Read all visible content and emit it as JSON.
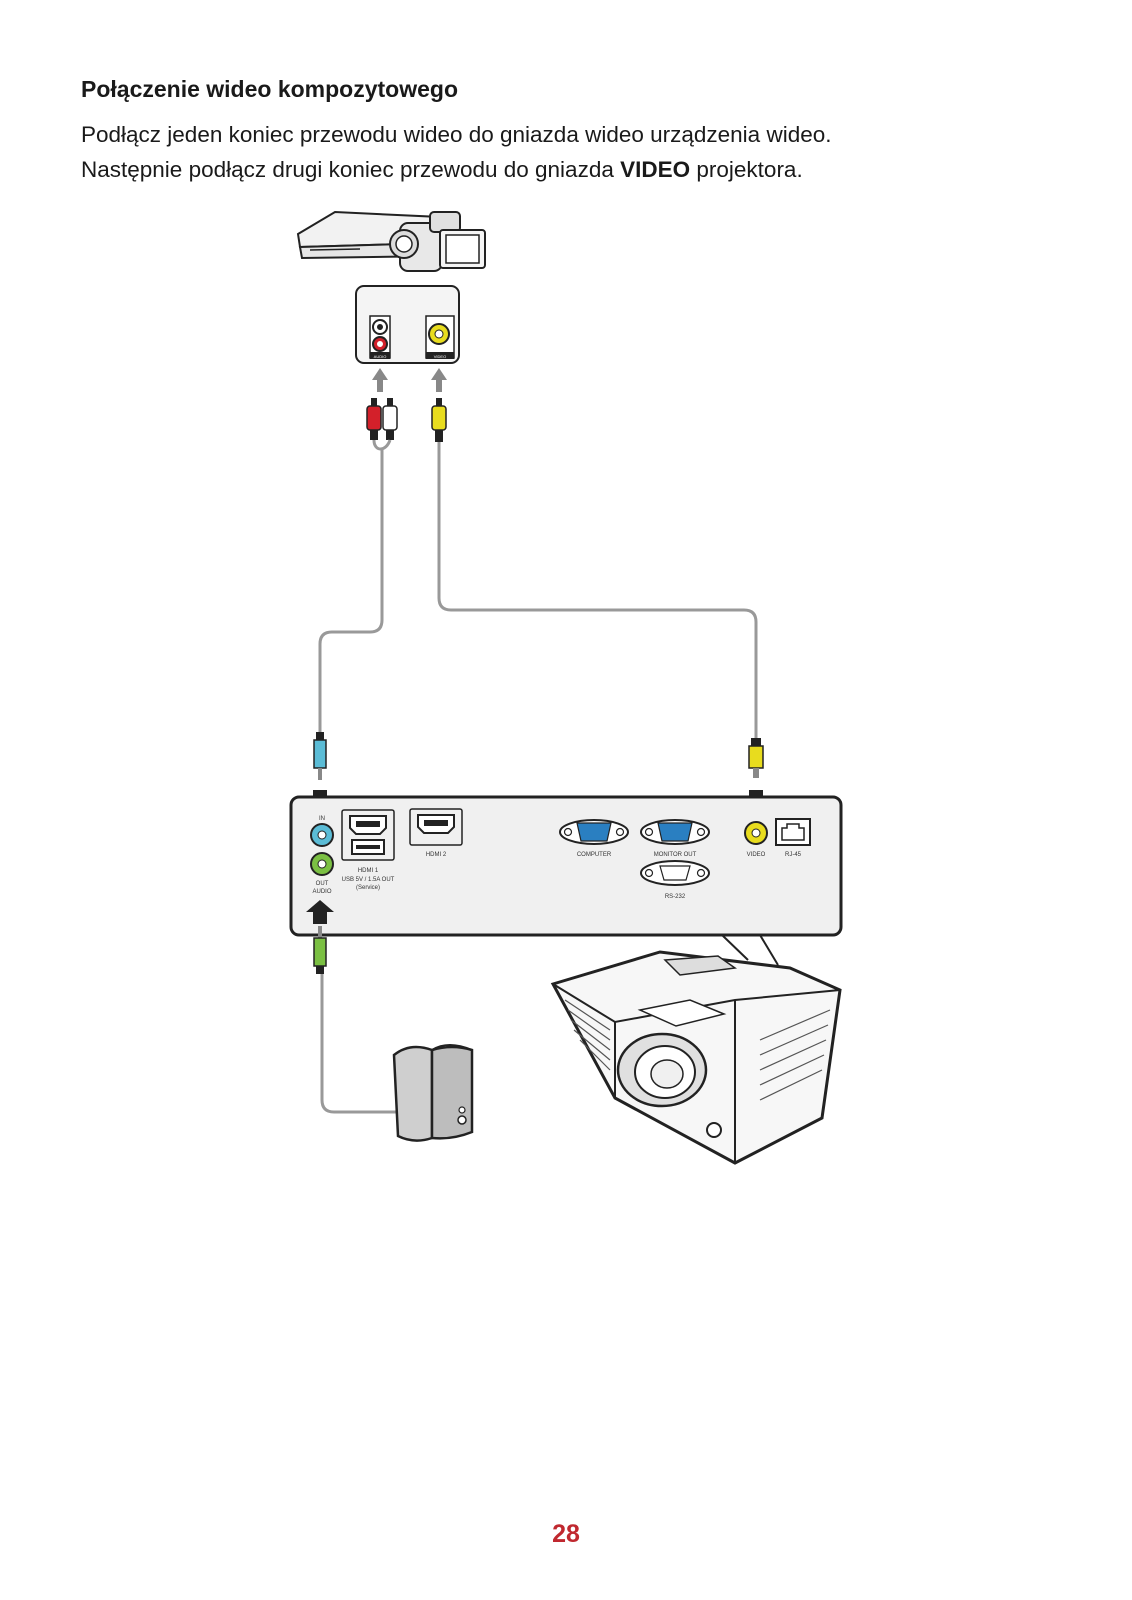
{
  "section": {
    "title": "Połączenie wideo kompozytowego",
    "line1": "Podłącz jeden koniec przewodu wideo do gniazda wideo urządzenia wideo.",
    "line2_before": "Następnie podłącz drugi koniec przewodu do gniazda ",
    "line2_bold": "VIDEO",
    "line2_after": " projektora."
  },
  "device_panel": {
    "audio_label": "AUDIO",
    "video_label": "VIDEO"
  },
  "projector_panel": {
    "in_label": "IN",
    "out_label": "OUT",
    "audio_label": "AUDIO",
    "hdmi1_label": "HDMI 1",
    "hdmi2_label": "HDMI 2",
    "usb_label_1": "USB 5V / 1.5A OUT",
    "usb_label_2": "(Service)",
    "computer_label": "COMPUTER",
    "monitor_out_label": "MONITOR OUT",
    "rs232_label": "RS-232",
    "video_label": "VIDEO",
    "rj45_label": "RJ-45"
  },
  "colors": {
    "page_number": "#c0282f",
    "audio_in_port": "#5bbcd6",
    "audio_out_port": "#7bc043",
    "video_port": "#e8dc1e",
    "audio_red": "#d3202a",
    "vga_port": "#2a7fc1"
  },
  "footer": {
    "page_number": "28"
  }
}
